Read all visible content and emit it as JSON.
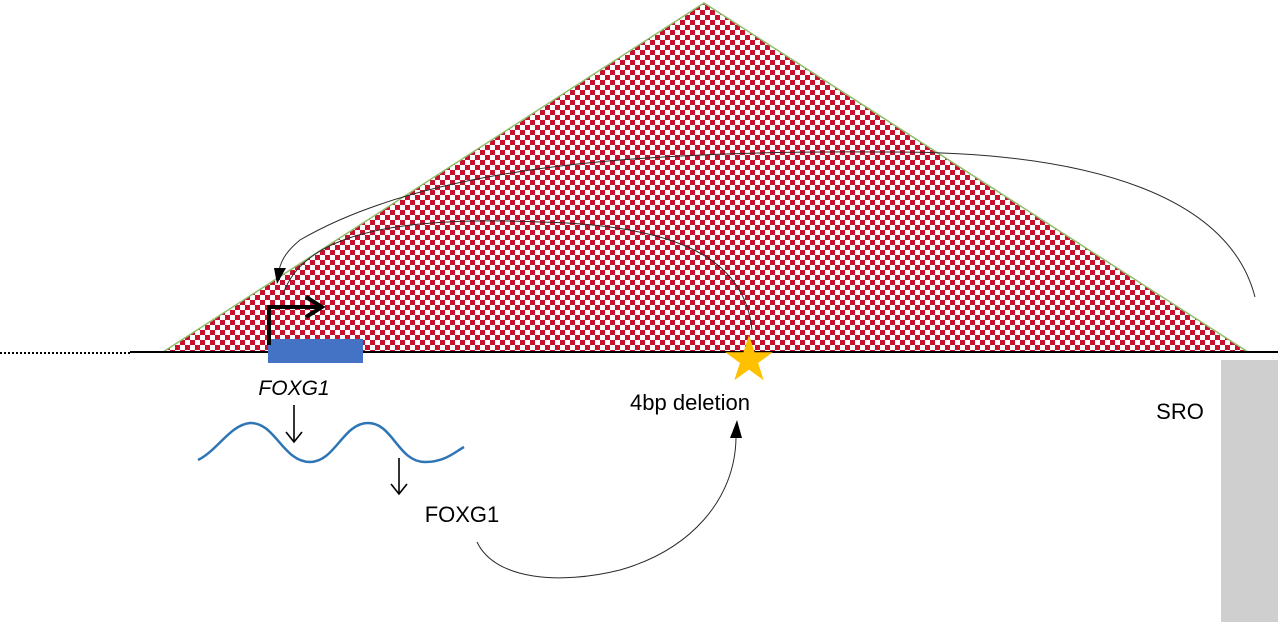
{
  "diagram": {
    "gene_label": "FOXG1",
    "protein_label": "FOXG1",
    "deletion_label": "4bp deletion",
    "sro_label": "SRO"
  },
  "colors": {
    "tad_red": "#c8102e",
    "tad_white": "#ffffff",
    "tad_edge": "#8fbf6a",
    "gene_box": "#4472c4",
    "mrna_wave": "#2e75b6",
    "star": "#ffc000",
    "sro_bar": "#d0cfcf",
    "line": "#000000",
    "curve": "#2b2b2b"
  },
  "icons": {
    "promoter": "promoter-arrow-icon",
    "deletion": "star-icon"
  }
}
